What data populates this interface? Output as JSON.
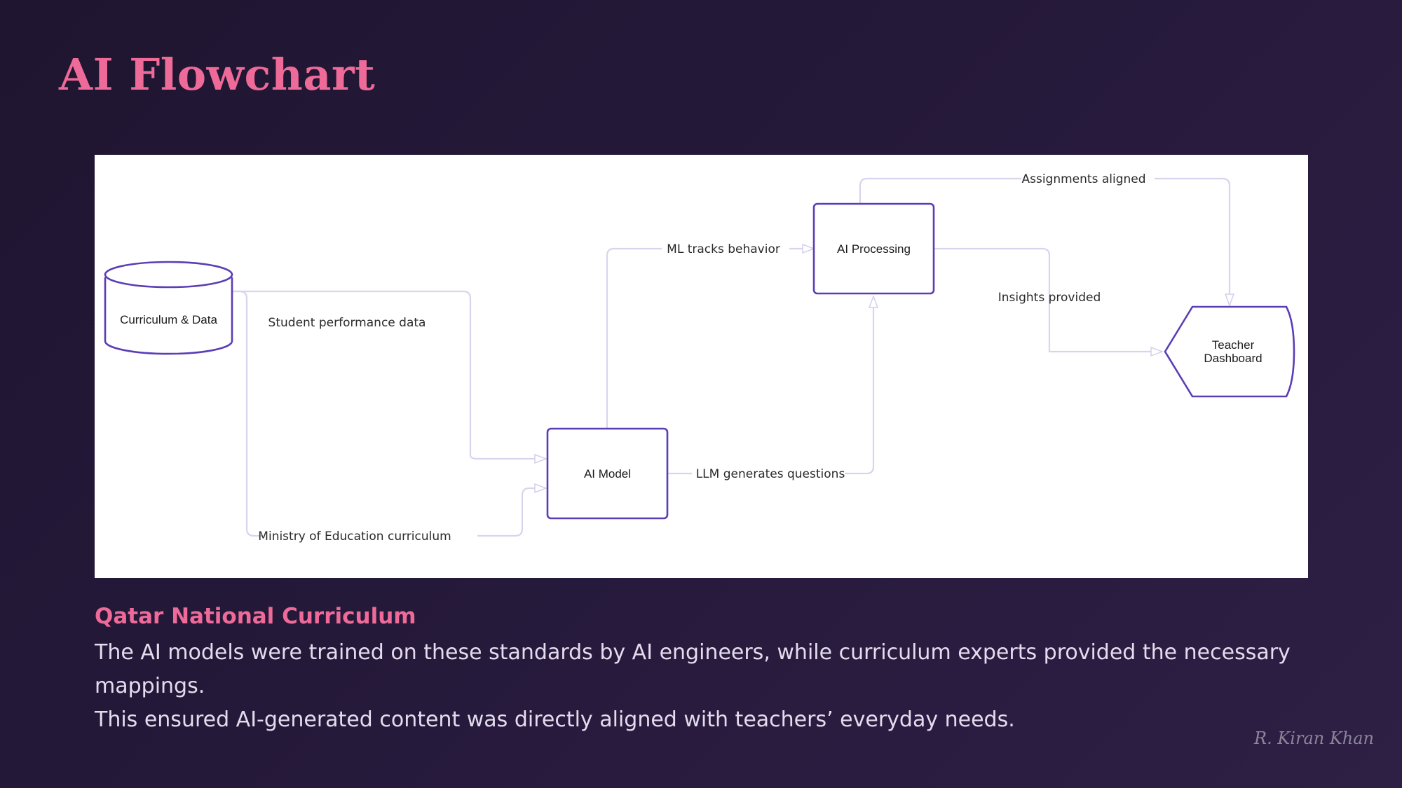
{
  "slide": {
    "title": "AI Flowchart",
    "section_heading": "Qatar National Curriculum",
    "body_line_1": "The AI models were trained on these standards by AI engineers, while curriculum experts provided the necessary mappings.",
    "body_line_2": "This ensured AI-generated content was directly aligned with teachers’ everyday needs.",
    "signature": "R. Kiran Khan"
  },
  "diagram": {
    "nodes": {
      "curriculum": "Curriculum & Data",
      "model": "AI Model",
      "processing": "AI Processing",
      "dashboard_line_1": "Teacher",
      "dashboard_line_2": "Dashboard"
    },
    "edges": {
      "student_performance": "Student performance data",
      "ministry_curriculum": "Ministry of Education curriculum",
      "ml_tracks": "ML tracks behavior",
      "llm_generates": "LLM generates questions",
      "assignments_aligned": "Assignments aligned",
      "insights_provided": "Insights provided"
    }
  },
  "colors": {
    "title_accent": "#ee6a98",
    "node_stroke": "#5b3db5",
    "edge_stroke": "#d9d4ee"
  }
}
